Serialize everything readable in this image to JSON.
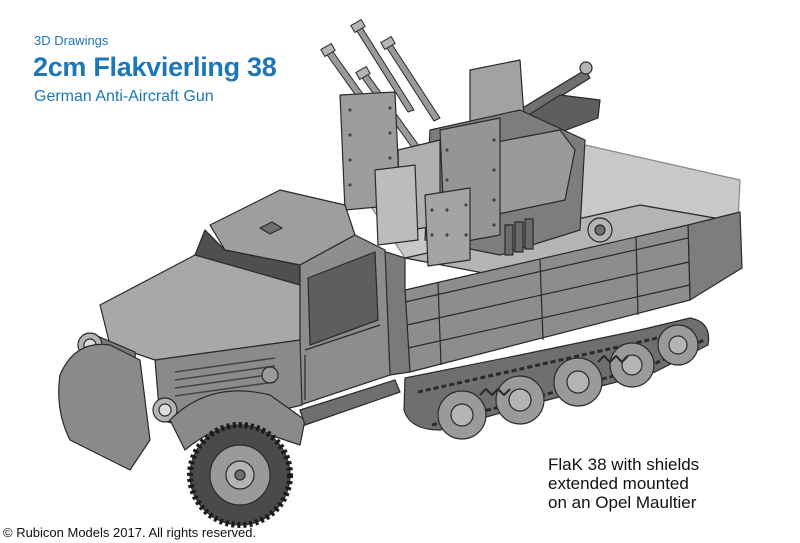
{
  "header": {
    "kicker": "3D Drawings",
    "title": "2cm Flakvierling 38",
    "subtitle": "German Anti-Aircraft Gun"
  },
  "caption": {
    "lines": [
      "FlaK 38 with shields",
      "extended mounted",
      "on an Opel Maultier"
    ]
  },
  "footer": {
    "copyright": "© Rubicon Models 2017. All rights reserved."
  },
  "render": {
    "icon": "halftrack-truck-with-quad-flak-icon",
    "body_color": "#8d8d8d",
    "shade_color": "#6f6f6f",
    "light_color": "#b4b4b4",
    "outline_color": "#2a2a2a",
    "text_color": "#1d76b8"
  }
}
